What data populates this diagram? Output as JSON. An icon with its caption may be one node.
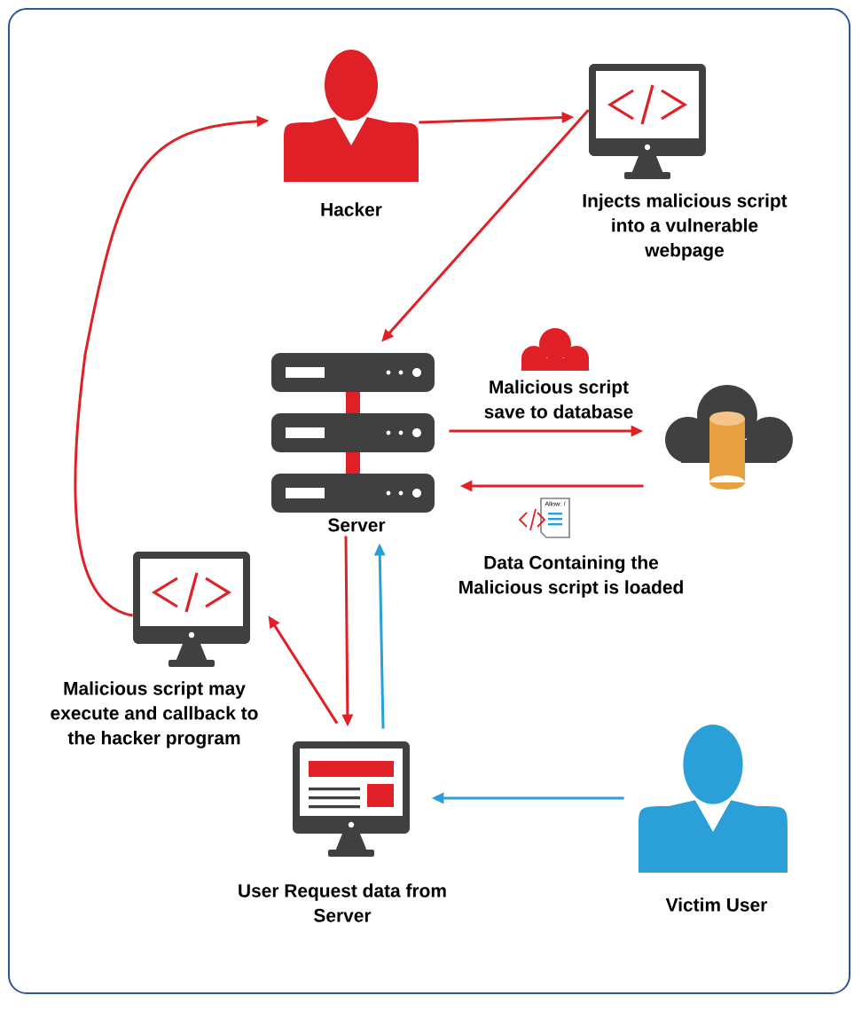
{
  "diagram": {
    "nodes": [
      {
        "text": [],
        "shape": "person",
        "beside": [
          "Hacker"
        ]
      },
      {
        "text": [],
        "shape": "monitor",
        "beside": [
          "Injects malicious script into a vulnerable webpage"
        ]
      },
      {
        "text": [],
        "shape": "server",
        "beside": [
          "Server"
        ]
      },
      {
        "text": [],
        "shape": "cloud"
      },
      {
        "text": [],
        "shape": "monitor",
        "beside": [
          "Malicious script may execute and callback to the hacker program"
        ]
      },
      {
        "text": [],
        "shape": "monitor",
        "beside": [
          "User Request data from Server"
        ]
      },
      {
        "text": [],
        "shape": "person",
        "beside": [
          "Victim User"
        ]
      }
    ],
    "edges": [
      {
        "from": 0,
        "to": 1,
        "arrow": "to"
      },
      {
        "from": 1,
        "to": 2,
        "arrow": "to"
      },
      {
        "from": 2,
        "to": 3,
        "arrow": "to",
        "label": "Malicious script save to database"
      },
      {
        "from": 3,
        "to": 2,
        "arrow": "to",
        "label": "Data Containing the Malicious script is loaded"
      },
      {
        "from": 2,
        "to": 5,
        "arrow": "to"
      },
      {
        "from": 5,
        "to": 2,
        "arrow": "to",
        "color": "#2a9fd8"
      },
      {
        "from": 6,
        "to": 5,
        "arrow": "to",
        "color": "#2a9fd8"
      },
      {
        "from": 5,
        "to": 4,
        "arrow": "to"
      },
      {
        "from": 4,
        "to": 0,
        "arrow": "to"
      }
    ],
    "labels": [
      "Allow: /"
    ]
  }
}
